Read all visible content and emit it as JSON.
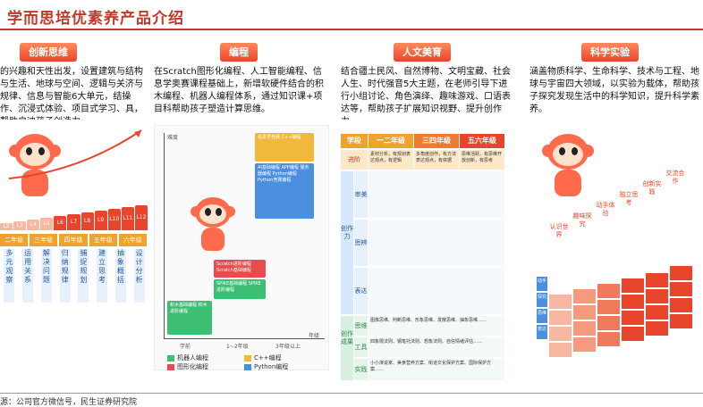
{
  "page": {
    "title": "学而思培优素养产品介绍"
  },
  "badges": {
    "c1": "创新思维",
    "c2": "编程",
    "c3": "人文美育",
    "c4": "科学实验"
  },
  "descriptions": {
    "c1": "的兴趣和天性出发，设置建筑与结构与生活、地球与空间、逻辑与关济与规律、信息与智能6大单元，结操作、沉浸式体验、项目式学习、具，帮助启迪孩子创造力。",
    "c2": "在Scratch图形化编程、人工智能编程、信息学奥赛课程基础上，新增软硬件结合的积木编程、机器人编程体系，通过知识课+项目科帮助孩子塑造计算思维。",
    "c3": "结合疆土民风、自然博物、文明宝藏、社会人生、时代强音5大主题，在老师引导下进行小组讨论、角色演绎、趣味游戏、口语表达等，帮助孩子扩展知识视野、提升创作力。",
    "c4": "涵盖物质科学、生命科学、技术与工程、地球与宇宙四大领域，以实验为载体，帮助孩子探究发现生活中的科学知识，提升科学素养。"
  },
  "panel1": {
    "stairs": [
      "L2",
      "L3",
      "L4",
      "L5",
      "L6",
      "L7",
      "L8",
      "L9",
      "L10",
      "L11",
      "L12"
    ],
    "grades": [
      "二年级",
      "三年级",
      "四年级",
      "五年级",
      "六年级"
    ],
    "vcols": [
      "多元观察",
      "运用关系",
      "解决问题",
      "归纳规律",
      "捕捉规划",
      "建立思考",
      "抽象概括",
      "设计分析"
    ]
  },
  "panel2": {
    "y_axis": "难度",
    "x_axis": "年级",
    "x_ticks": [
      "学前",
      "1~2年级",
      "3年级以上"
    ],
    "blocks": {
      "cpp": "信息学竞赛 C++编程",
      "python": "AI基础编程 APP编程 服务器编程 Python编程 Python竞赛编程",
      "scratch": "Scratch进阶编程 Scratch基础编程",
      "spike": "SPIKE基础编程 SPIKE进阶编程",
      "block": "积木基础编程 积木进阶编程"
    },
    "legend": [
      "机器人编程",
      "C++编程",
      "图形化编程",
      "Python编程"
    ]
  },
  "panel3": {
    "headers": [
      "学段",
      "一二年级",
      "三四年级",
      "五六年级"
    ],
    "stage": "进阶",
    "stage_cells": [
      "素材分析，有规划表达观点，有逻辑",
      "多角度创作，有方法表达观点，有依据",
      "思维活跃，有思维开放创新，有思考"
    ],
    "side_label": "创作力",
    "rows": [
      "审美",
      "思辨",
      "表达"
    ],
    "lower_side": "创作成果",
    "lower_rows": [
      "思维",
      "工具",
      "实践"
    ],
    "lower_cells": [
      "图像思维、判断思维、形象思维、发散思维、抽象思维……",
      "四象限法则、钢笔托法则、想象法则、自信情绪评估……",
      "小小演说家、美食营养方案、街道文化保护方案、国际保护方案……"
    ]
  },
  "panel4": {
    "tags": [
      "认识世界",
      "趣味探究",
      "动手体验",
      "独立思考",
      "创新实践",
      "交流合作"
    ],
    "side": [
      "动手",
      "探究",
      "思维",
      "表达"
    ]
  },
  "footer": "源：公司官方微信号，民生证券研究院"
}
